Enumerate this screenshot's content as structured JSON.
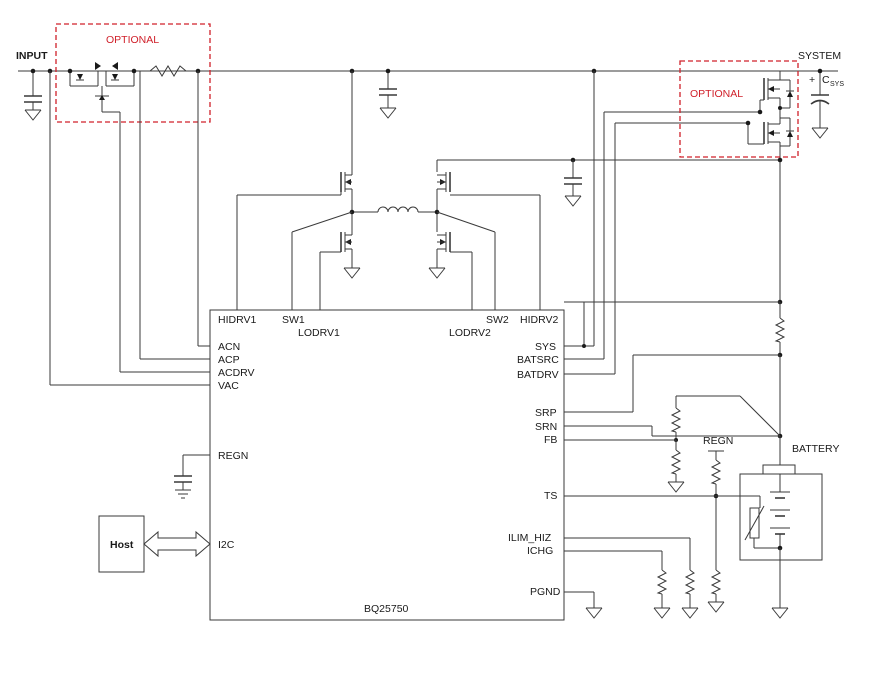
{
  "net": {
    "input": "INPUT",
    "system": "SYSTEM"
  },
  "optional": {
    "left": "OPTIONAL",
    "right": "OPTIONAL"
  },
  "csys": {
    "plus": "+",
    "main": "C",
    "sub": "SYS"
  },
  "ic": {
    "name": "BQ25750",
    "pins": {
      "hidrv1": "HIDRV1",
      "sw1": "SW1",
      "lodrv1": "LODRV1",
      "sw2": "SW2",
      "hidrv2": "HIDRV2",
      "lodrv2": "LODRV2",
      "acn": "ACN",
      "acp": "ACP",
      "acdrv": "ACDRV",
      "vac": "VAC",
      "regn": "REGN",
      "i2c": "I2C",
      "sys": "SYS",
      "batsrc": "BATSRC",
      "batdrv": "BATDRV",
      "srp": "SRP",
      "srn": "SRN",
      "fb": "FB",
      "ts": "TS",
      "ilim_hiz": "ILIM_HIZ",
      "ichg": "ICHG",
      "pgnd": "PGND"
    }
  },
  "host": "Host",
  "regn_label": "REGN",
  "battery": "BATTERY",
  "colors": {
    "wire": "#3a3a3a",
    "optional_box": "#d0202a",
    "text": "#1a1a1a"
  }
}
